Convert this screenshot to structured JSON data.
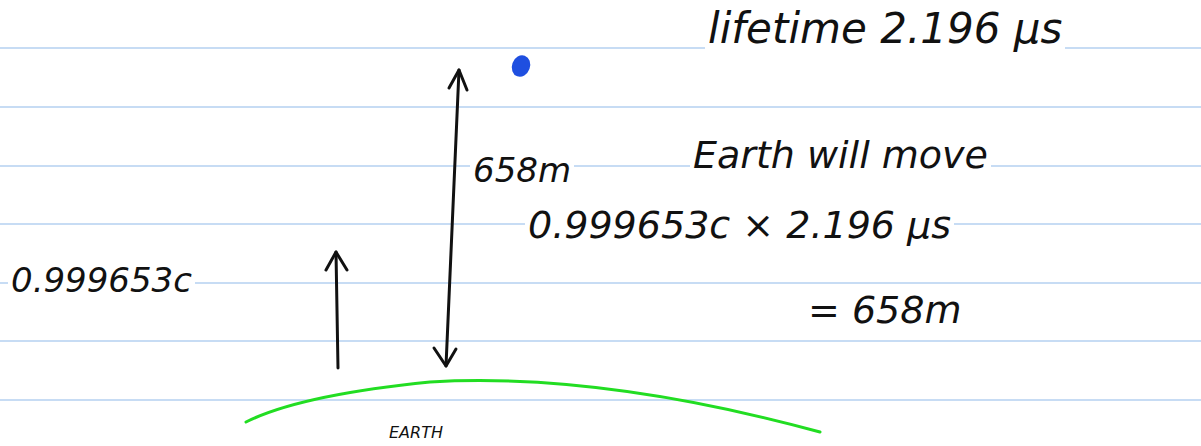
{
  "diagram": {
    "labels": [
      "lifetime 2.196 μs",
      "658m",
      "Earth will move",
      "0.999653c × 2.196 μs",
      "= 658m",
      "0.999653c",
      "EARTH"
    ]
  }
}
